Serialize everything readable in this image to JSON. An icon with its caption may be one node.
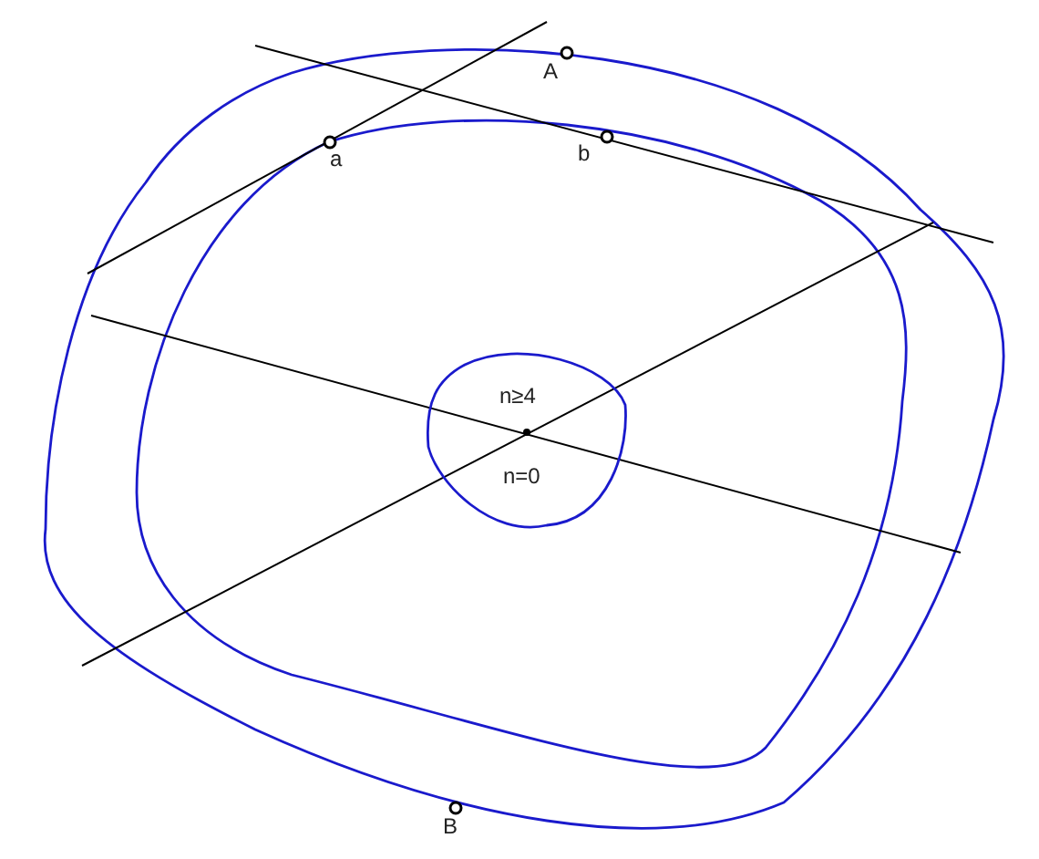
{
  "diagram": {
    "nodes": [
      {
        "text": [
          "n≥4",
          "n=0"
        ]
      }
    ],
    "labels": [
      "A",
      "a",
      "b",
      "B"
    ]
  }
}
